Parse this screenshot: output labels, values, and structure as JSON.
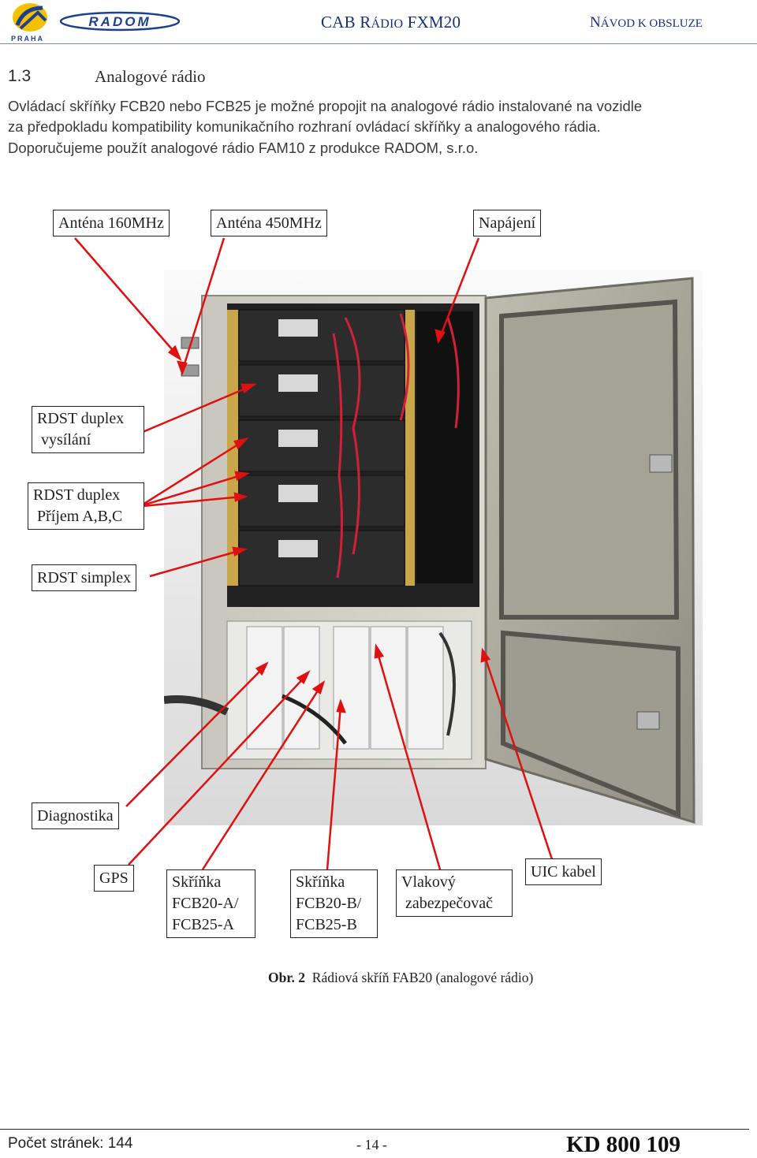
{
  "header": {
    "company_sub": "PRAHA",
    "brand": "RADOM",
    "doc_title_parts": [
      "CAB R",
      "ÁDIO",
      " FXM20"
    ],
    "manual_title_parts": [
      "N",
      "ÁVOD K OBSLUZE"
    ]
  },
  "section": {
    "number": "1.3",
    "title": "Analogové rádio",
    "paragraph_lines": [
      "Ovládací skříňky FCB20 nebo FCB25 je možné propojit na analogové rádio instalované na vozidle",
      "za předpokladu kompatibility komunikačního rozhraní ovládací skříňky a analogového rádia.",
      "Doporučujeme použít analogové rádio  FAM10 z produkce RADOM, s.r.o."
    ]
  },
  "figure": {
    "labels": {
      "antenna_160": "Anténa 160MHz",
      "antenna_450": "Anténa 450MHz",
      "power": "Napájení",
      "rdst_duplex_tx": [
        "RDST duplex",
        " vysílání"
      ],
      "rdst_duplex_rx": [
        "RDST duplex",
        " Příjem A,B,C"
      ],
      "rdst_simplex": "RDST simplex",
      "diagnostics": "Diagnostika",
      "gps": "GPS",
      "box_a": [
        "Skříňka",
        "FCB20-A/",
        "FCB25-A"
      ],
      "box_b": [
        "Skříňka",
        "FCB20-B/",
        "FCB25-B"
      ],
      "train_protection": [
        "Vlakový",
        " zabezpečovač"
      ],
      "uic_cable": "UIC kabel"
    },
    "caption_prefix": "Obr. 2",
    "caption_text": "  Rádiová skříň FAB20 (analogové rádio)",
    "arrow_color": "#e01010"
  },
  "footer": {
    "pages_label": "Počet stránek: 144",
    "page_number": "- 14 -",
    "doc_code": "KD 800 109"
  },
  "colors": {
    "header_text": "#17307a",
    "logo_yellow": "#f2c200",
    "logo_blue": "#1f3f8f"
  }
}
